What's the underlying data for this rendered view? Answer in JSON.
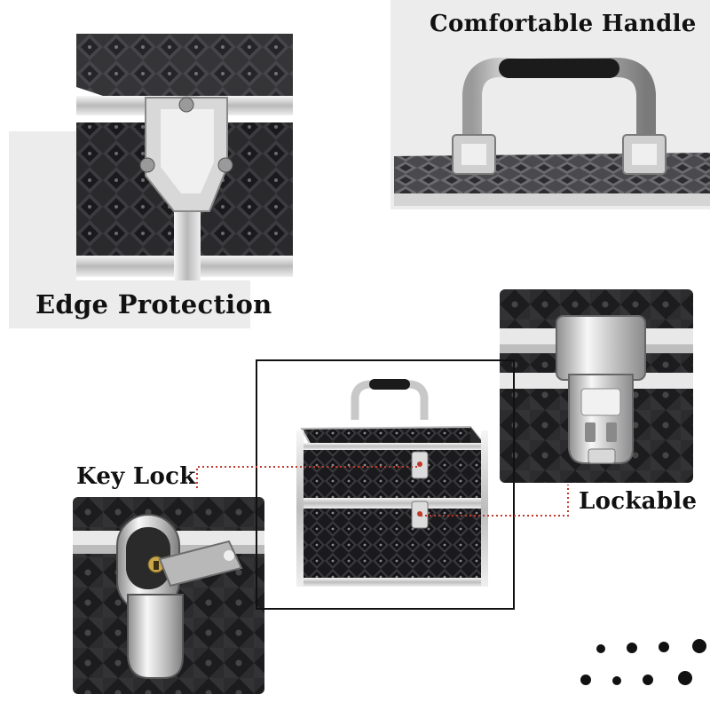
{
  "labels": {
    "handle": "Comfortable Handle",
    "edge": "Edge Protection",
    "key_lock": "Key Lock",
    "lockable": "Lockable"
  },
  "colors": {
    "background": "#ffffff",
    "panel_gray": "#ececec",
    "case_black": "#1c1c1e",
    "connector_red": "#c0392b",
    "text": "#111111"
  },
  "icons": [
    "corner-protector-icon",
    "handle-icon",
    "latch-icon",
    "key-lock-icon",
    "cosmetic-case-icon"
  ]
}
